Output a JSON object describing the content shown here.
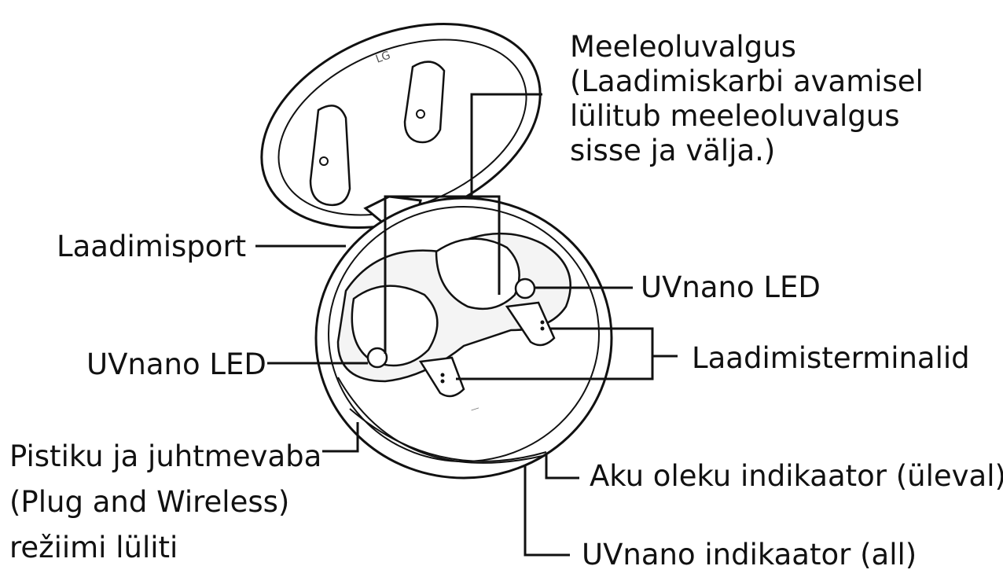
{
  "labels": {
    "mood_light": [
      "Meeleoluvalgus",
      "(Laadimiskarbi avamisel",
      "lülitub meeleoluvalgus",
      "sisse ja välja.)"
    ],
    "charging_port": "Laadimisport",
    "uvnano_led_right": "UVnano LED",
    "charging_terminals": "Laadimisterminalid",
    "uvnano_led_left": "UVnano LED",
    "mode_switch": [
      "Pistiku ja juhtmevaba",
      "(Plug and Wireless)",
      "režiimi lüliti"
    ],
    "battery_indicator": "Aku oleku indikaator (üleval)",
    "uvnano_indicator": "UVnano indikaator (all)"
  },
  "colors": {
    "line": "#111111",
    "fill": "#ffffff",
    "soft": "#eeeeee"
  }
}
